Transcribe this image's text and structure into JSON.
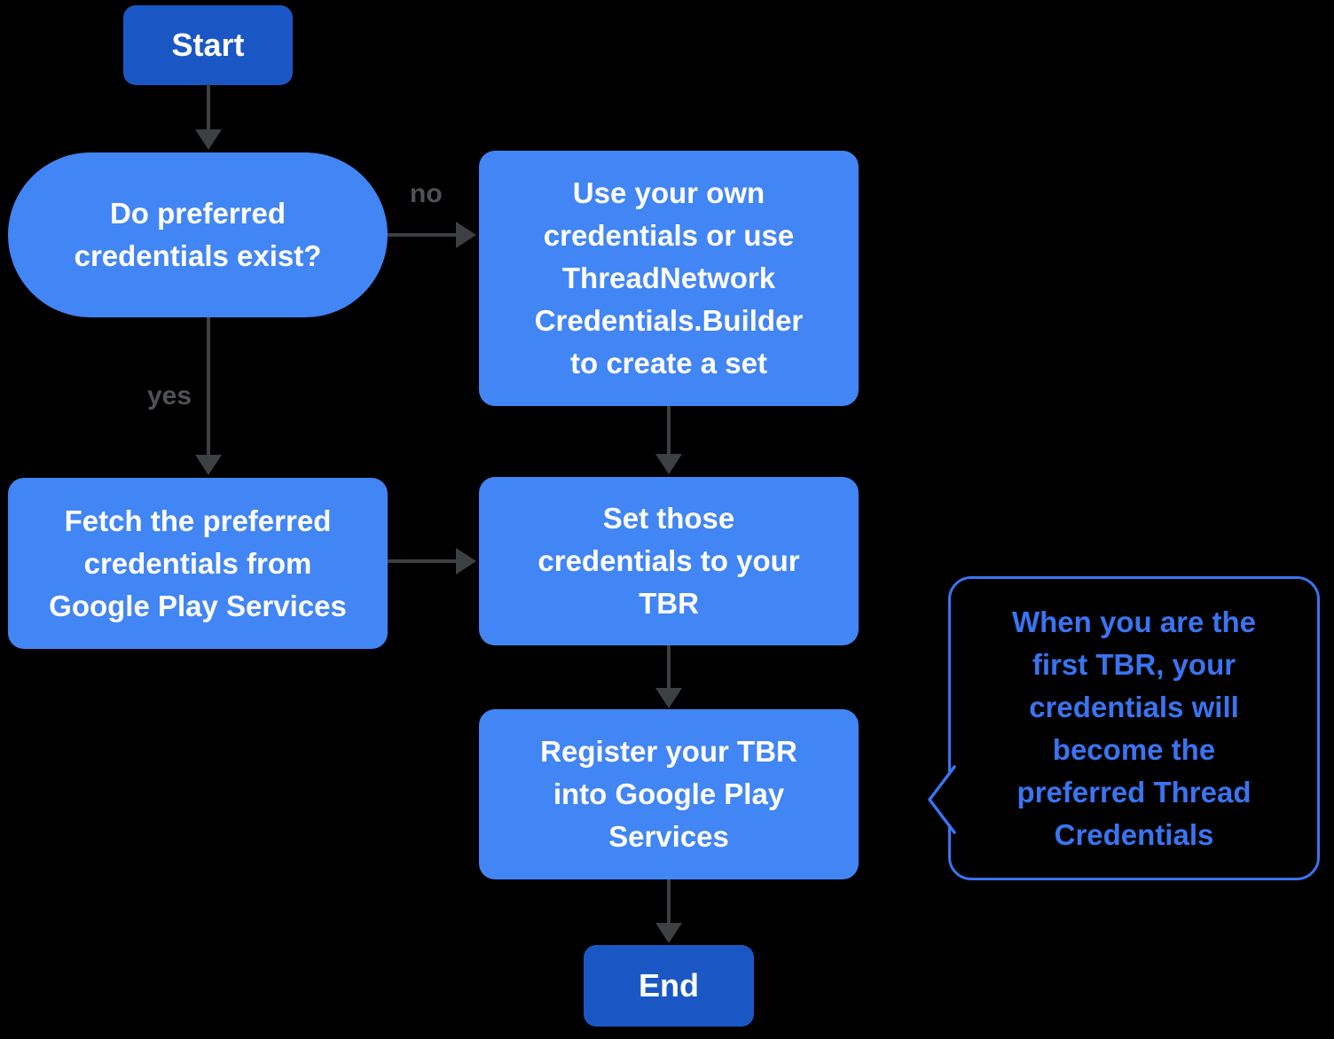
{
  "diagram": {
    "background_color": "#000000",
    "colors": {
      "process_fill": "#4285F4",
      "terminal_fill": "#1B57C4",
      "node_text": "#FFFFFF",
      "arrow": "#3C4043",
      "edge_label": "#4E5256",
      "callout_accent": "#3A74F0"
    },
    "nodes": {
      "start": {
        "label": "Start"
      },
      "decision": {
        "label": "Do preferred credentials exist?",
        "lines": [
          "Do preferred",
          "credentials exist?"
        ]
      },
      "use_own": {
        "label": "Use your own credentials or use ThreadNetwork Credentials.Builder to create a set",
        "lines": [
          "Use your own",
          "credentials or use",
          "ThreadNetwork",
          "Credentials.Builder",
          "to create a set"
        ]
      },
      "fetch": {
        "label": "Fetch the preferred credentials from Google Play Services",
        "lines": [
          "Fetch the preferred",
          "credentials from",
          "Google Play Services"
        ]
      },
      "set_tbr": {
        "label": "Set those credentials to your TBR",
        "lines": [
          "Set those",
          "credentials to your",
          "TBR"
        ]
      },
      "register": {
        "label": "Register your TBR into Google Play Services",
        "lines": [
          "Register your TBR",
          "into Google Play",
          "Services"
        ]
      },
      "end": {
        "label": "End"
      }
    },
    "edge_labels": {
      "no": "no",
      "yes": "yes"
    },
    "callout": {
      "label": "When you are the first TBR, your credentials will become the preferred Thread Credentials",
      "lines": [
        "When you are the",
        "first TBR, your",
        "credentials will",
        "become the",
        "preferred Thread",
        "Credentials"
      ]
    }
  }
}
